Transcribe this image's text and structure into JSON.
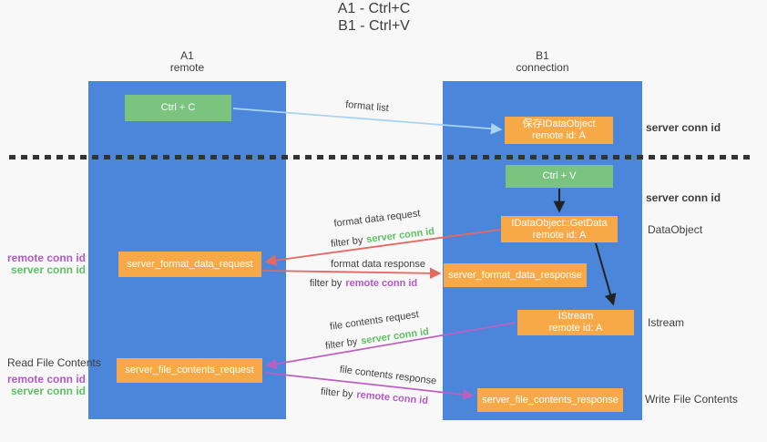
{
  "title": {
    "line1": "A1 - Ctrl+C",
    "line2": "B1 - Ctrl+V"
  },
  "lanes": {
    "left": {
      "header_line1": "A1",
      "header_line2": "remote"
    },
    "right": {
      "header_line1": "B1",
      "header_line2": "connection"
    }
  },
  "boxes": {
    "ctrl_c": {
      "label": "Ctrl + C"
    },
    "save_idataobject": {
      "line1": "保存IDataObject",
      "line2": "remote id: A"
    },
    "ctrl_v": {
      "label": "Ctrl + V"
    },
    "getdata": {
      "line1": "IDataObject::GetData",
      "line2": "remote id: A"
    },
    "server_format_data_request": {
      "label": "server_format_data_request"
    },
    "server_format_data_response": {
      "label": "server_format_data_response"
    },
    "istream": {
      "line1": "IStream",
      "line2": "remote id: A"
    },
    "server_file_contents_request": {
      "label": "server_file_contents_request"
    },
    "server_file_contents_response": {
      "label": "server_file_contents_response"
    }
  },
  "flow_labels": {
    "format_list": "format list",
    "format_data_request": "format data request",
    "format_data_response": "format data response",
    "file_contents_request": "file contents request",
    "file_contents_response": "file contents response",
    "filter_by": "filter by",
    "server_conn_id": "server conn id",
    "remote_conn_id": "remote conn id"
  },
  "left_margin": {
    "remote_conn_id": "remote conn id",
    "server_conn_id": "server conn id",
    "read_file_contents": "Read File Contents"
  },
  "right_margin": {
    "server_conn_id_top": "server conn id",
    "server_conn_id_mid": "server conn id",
    "dataobject": "DataObject",
    "istream": "Istream",
    "write_file_contents": "Write File Contents"
  },
  "arrows": [
    {
      "name": "format-list",
      "from": "ctrl_c",
      "to": "save_idataobject",
      "color": "light_blue",
      "label": "format list"
    },
    {
      "name": "ctrl-v-to-getdata",
      "from": "ctrl_v",
      "to": "getdata",
      "color": "black"
    },
    {
      "name": "getdata-to-istream",
      "from": "getdata",
      "to": "istream",
      "color": "black"
    },
    {
      "name": "format-data-request",
      "from": "getdata",
      "to": "server_format_data_request",
      "color": "red",
      "label": "format data request",
      "filter": "server conn id"
    },
    {
      "name": "format-data-response",
      "from": "server_format_data_request",
      "to": "server_format_data_response",
      "color": "red",
      "label": "format data response",
      "filter": "remote conn id"
    },
    {
      "name": "file-contents-request",
      "from": "istream",
      "to": "server_file_contents_request",
      "color": "magenta",
      "label": "file contents request",
      "filter": "server conn id"
    },
    {
      "name": "file-contents-response",
      "from": "server_file_contents_request",
      "to": "server_file_contents_response",
      "color": "magenta",
      "label": "file contents response",
      "filter": "remote conn id"
    }
  ],
  "colors": {
    "background": "#f8f8f8",
    "lane_blue": "#4c86da",
    "box_green": "#7ac47f",
    "box_orange": "#f8a947",
    "arrow_light_blue": "#a8d4f0",
    "arrow_red": "#e76860",
    "arrow_magenta": "#bf5fc2",
    "arrow_black": "#222222",
    "text_dark": "#3d3d3d",
    "text_green": "#5fc064",
    "text_purple": "#b259c5",
    "divider": "#333333"
  }
}
